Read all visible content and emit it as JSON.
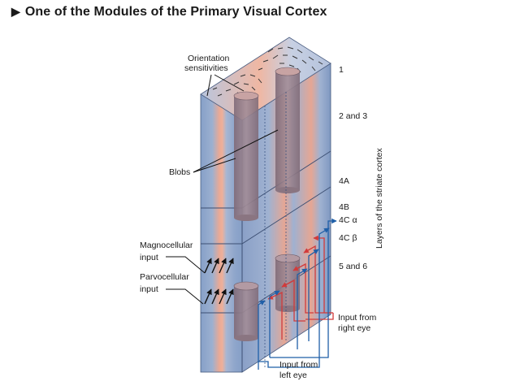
{
  "title": "One of the Modules of the Primary Visual Cortex",
  "labels": {
    "orientation": [
      "Orientation",
      "sensitivities"
    ],
    "blobs": "Blobs",
    "magno": [
      "Magnocellular",
      "input"
    ],
    "parvo": [
      "Parvocellular",
      "input"
    ],
    "right_eye": [
      "Input from",
      "right eye"
    ],
    "left_eye": [
      "Input from",
      "left eye"
    ],
    "axis_title": "Layers of the striate cortex"
  },
  "layers": [
    {
      "label": "1"
    },
    {
      "label": "2 and 3"
    },
    {
      "label": "4A"
    },
    {
      "label": "4B"
    },
    {
      "label": "4C",
      "greek": "α"
    },
    {
      "label": "4C",
      "greek": "β"
    },
    {
      "label": "5 and 6"
    }
  ],
  "colors": {
    "tissue_blue": "#8aa3c9",
    "ocular_pink": "#e7a08f",
    "blob": "#9a8590",
    "right_eye_line": "#d23a3a",
    "left_eye_line": "#1f5fa8"
  }
}
